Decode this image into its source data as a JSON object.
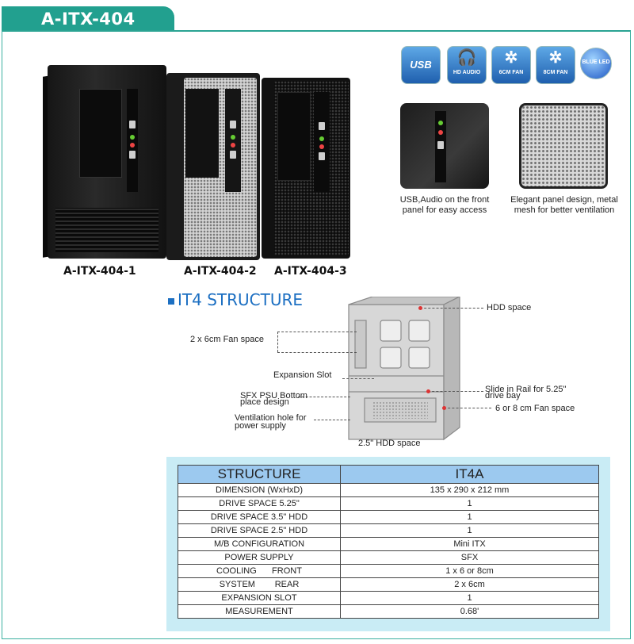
{
  "page_title": "A-ITX-404",
  "models": [
    {
      "label": "A-ITX-404-1"
    },
    {
      "label": "A-ITX-404-2"
    },
    {
      "label": "A-ITX-404-3"
    }
  ],
  "feature_icons": [
    {
      "name": "usb-icon",
      "caption": "USB"
    },
    {
      "name": "hd-audio-icon",
      "caption": "HD AUDIO"
    },
    {
      "name": "fan-6cm-icon",
      "caption": "6CM FAN"
    },
    {
      "name": "fan-8cm-icon",
      "caption": "8CM FAN"
    },
    {
      "name": "blue-led-icon",
      "caption": "BLUE LED"
    }
  ],
  "details": [
    {
      "caption": "USB,Audio on the front panel for easy access"
    },
    {
      "caption": "Elegant panel design, metal mesh for better ventilation"
    }
  ],
  "structure": {
    "heading": "IT4 STRUCTURE",
    "annotations": {
      "hdd_space": "HDD space",
      "fan_space": "2 x 6cm Fan space",
      "expansion_slot": "Expansion Slot",
      "sfx_psu_1": "SFX PSU Bottom",
      "sfx_psu_2": "place design",
      "vent_1": "Ventilation hole for",
      "vent_2": "power supply",
      "slide_rail_1": "Slide in Rail for 5.25\"",
      "slide_rail_2": "drive bay",
      "fan_6_8": "6 or 8 cm Fan space",
      "hdd_25": "2.5\" HDD space"
    }
  },
  "spec_table": {
    "header": [
      "STRUCTURE",
      "IT4A"
    ],
    "rows": [
      {
        "key": "DIMENSION (WxHxD)",
        "value": "135 x 290 x 212 mm"
      },
      {
        "key": "DRIVE SPACE 5.25\"",
        "value": "1"
      },
      {
        "key": "DRIVE SPACE 3.5\" HDD",
        "value": "1"
      },
      {
        "key": "DRIVE SPACE 2.5\" HDD",
        "value": "1"
      },
      {
        "key": "M/B CONFIGURATION",
        "value": "Mini ITX"
      },
      {
        "key": "POWER SUPPLY",
        "value": "SFX"
      },
      {
        "key_a": "COOLING",
        "key_b": "FRONT",
        "value": "1 x 6 or 8cm"
      },
      {
        "key_a": "SYSTEM",
        "key_b": "REAR",
        "value": "2 x 6cm"
      },
      {
        "key": "EXPANSION SLOT",
        "value": "1"
      },
      {
        "key": "MEASUREMENT",
        "value": "0.68'"
      }
    ]
  },
  "colors": {
    "accent": "#22a08f",
    "heading_blue": "#1c6fc2",
    "table_header": "#9cc9ef",
    "panel_bg": "#c9ecf5"
  }
}
